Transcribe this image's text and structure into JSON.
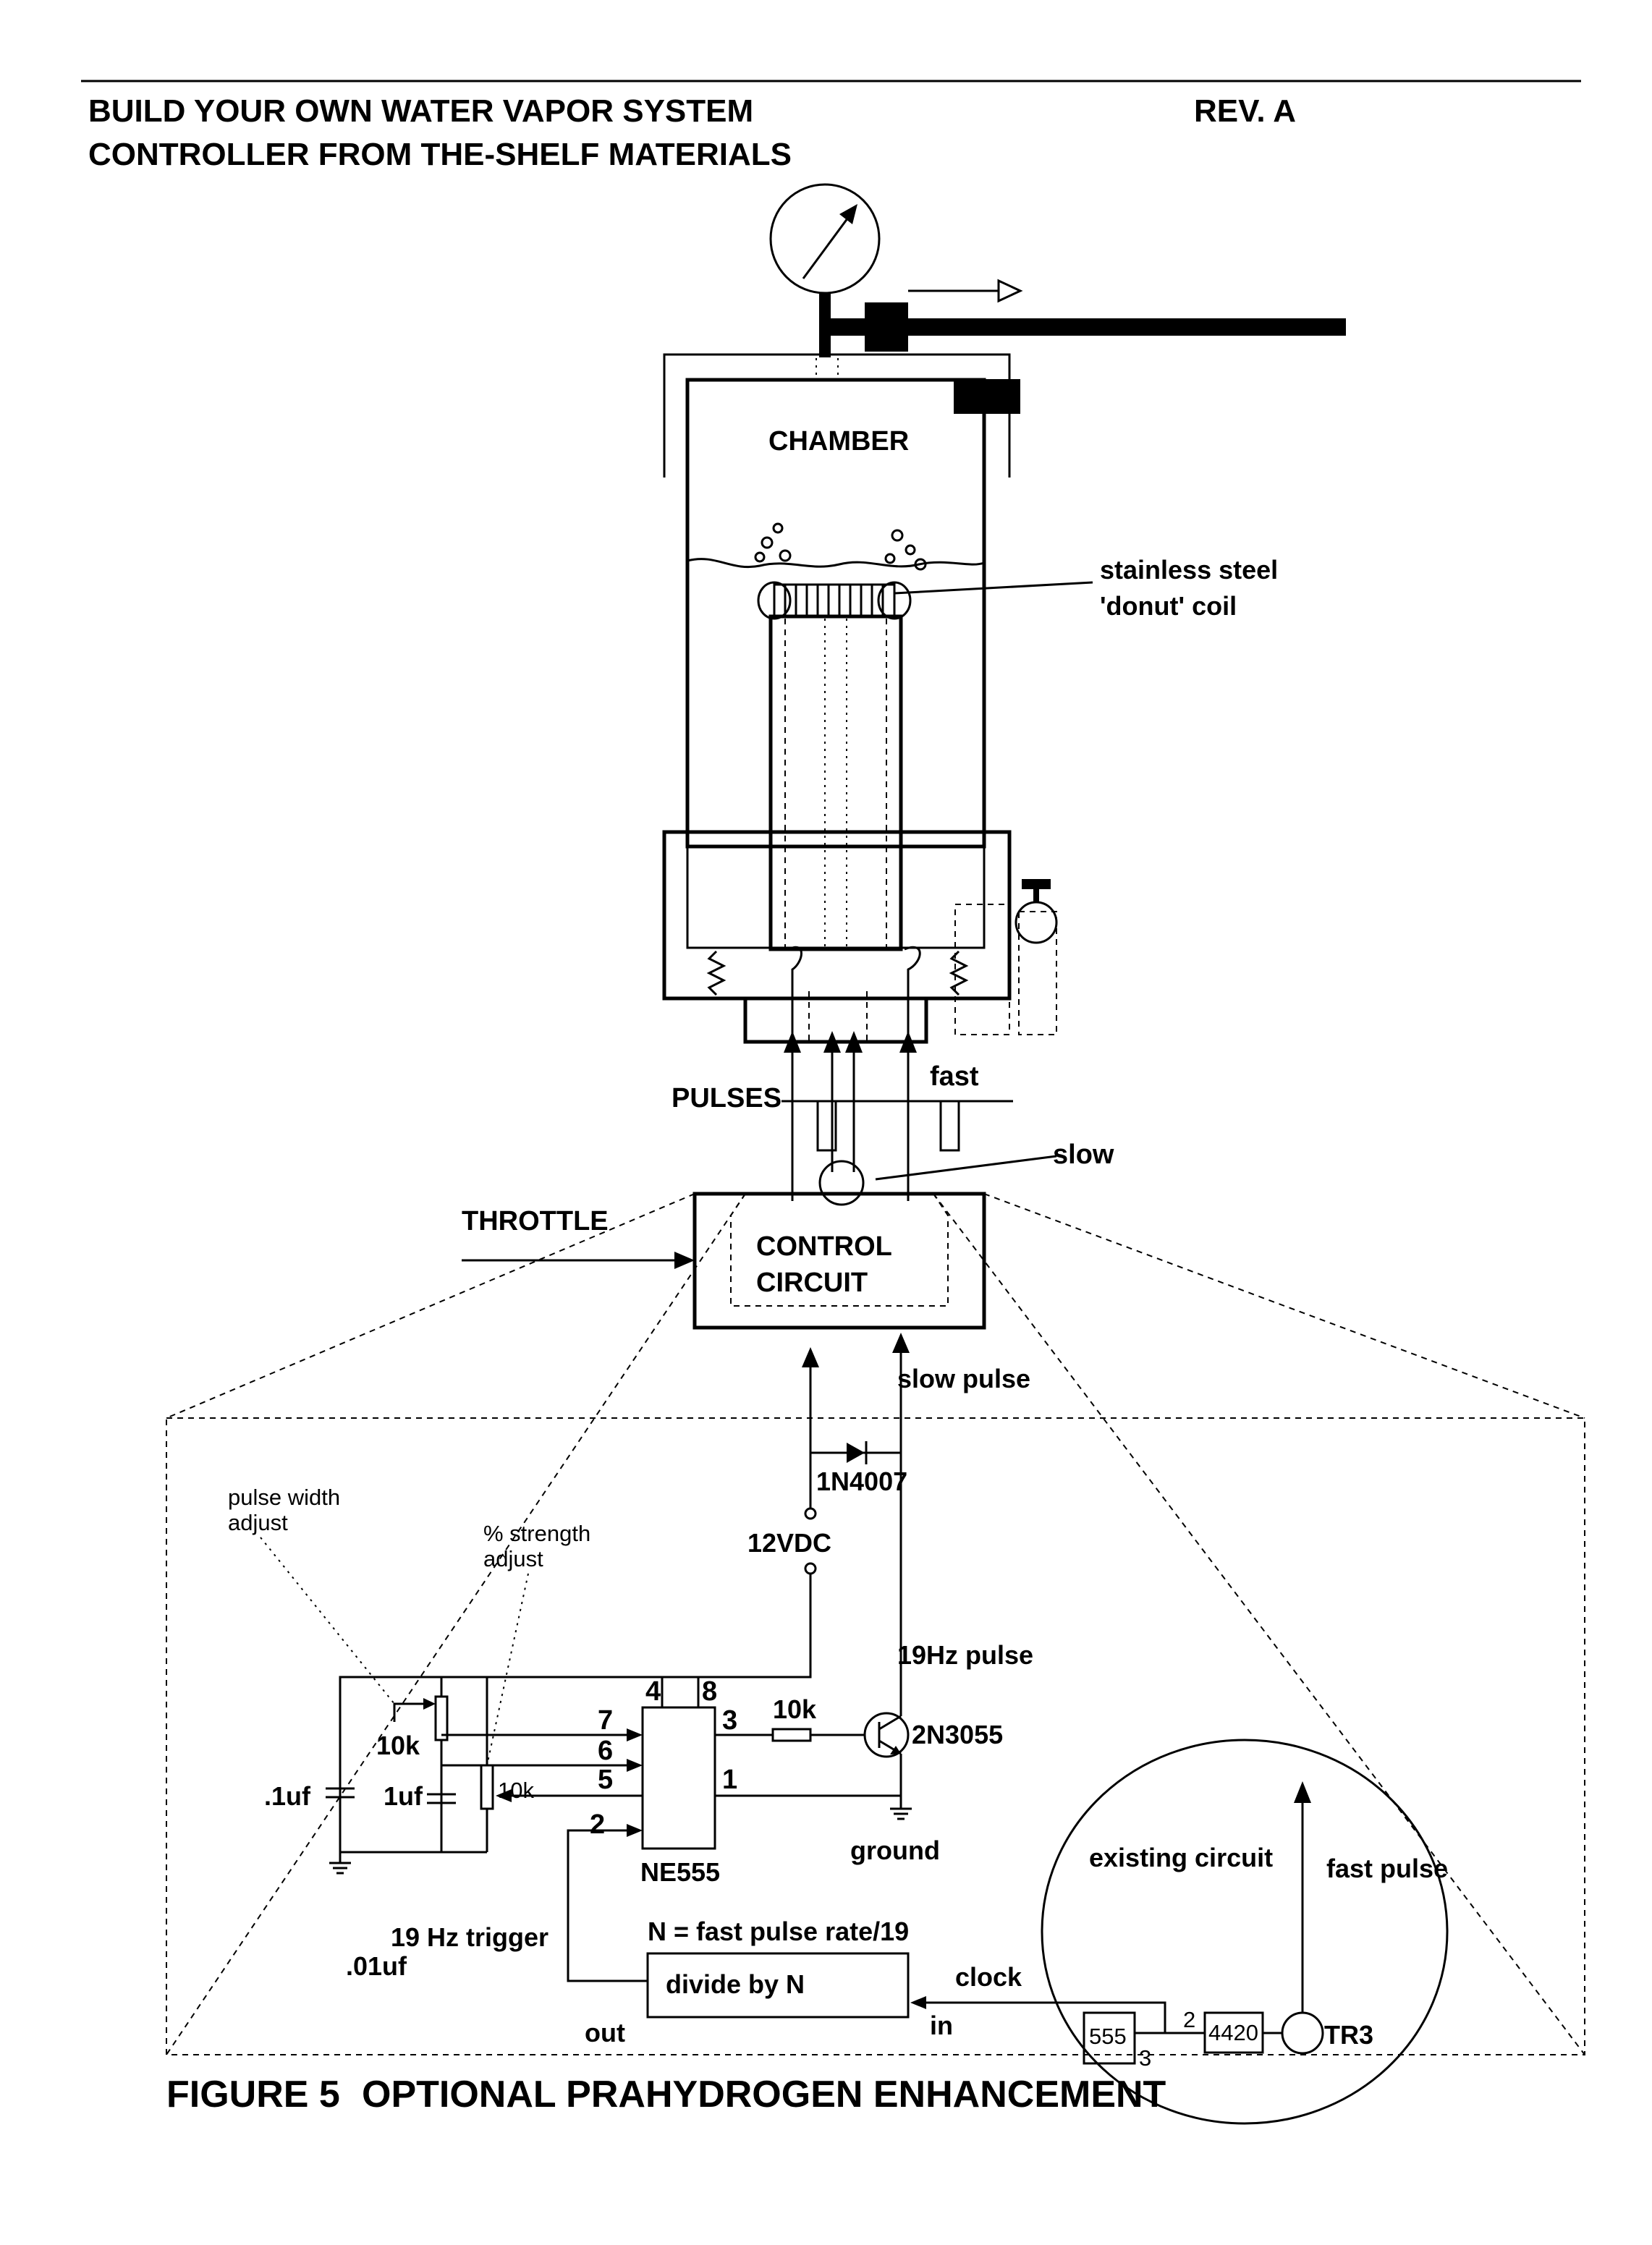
{
  "header": {
    "title_line1": "BUILD YOUR OWN WATER VAPOR SYSTEM",
    "title_line2": "CONTROLLER FROM THE-SHELF MATERIALS",
    "revision": "REV. A"
  },
  "apparatus": {
    "chamber": "CHAMBER",
    "coil_line1": "stainless steel",
    "coil_line2": "'donut' coil",
    "pulses": "PULSES",
    "fast": "fast",
    "slow": "slow",
    "throttle": "THROTTLE",
    "control_line1": "CONTROL",
    "control_line2": "CIRCUIT"
  },
  "circuit": {
    "slow_pulse": "slow pulse",
    "diode": "1N4007",
    "supply": "12VDC",
    "pulse_19hz": "19Hz pulse",
    "pulse_width_line1": "pulse width",
    "pulse_width_line2": "adjust",
    "strength_line1": "% strength",
    "strength_line2": "adjust",
    "r_pot1": "10k",
    "r_pot2": "10k",
    "r_base": "10k",
    "cap1": ".1uf",
    "cap2": "1uf",
    "cap3": ".01uf",
    "transistor": "2N3055",
    "ground": "ground",
    "chip": "NE555",
    "pins": {
      "p4": "4",
      "p8": "8",
      "p7": "7",
      "p6": "6",
      "p5": "5",
      "p3": "3",
      "p1": "1",
      "p2": "2"
    },
    "trigger": "19 Hz trigger",
    "n_formula": "N = fast pulse rate/19",
    "divider": "divide by N",
    "out": "out",
    "in": "in",
    "clock": "clock",
    "existing": "existing circuit",
    "fast_pulse": "fast pulse",
    "ic555": "555",
    "ic4420": "4420",
    "tr3": "TR3",
    "pin_3": "3",
    "pin_2": "2"
  },
  "caption": {
    "figure": "FIGURE 5",
    "title": "OPTIONAL PRAHYDROGEN ENHANCEMENT"
  }
}
